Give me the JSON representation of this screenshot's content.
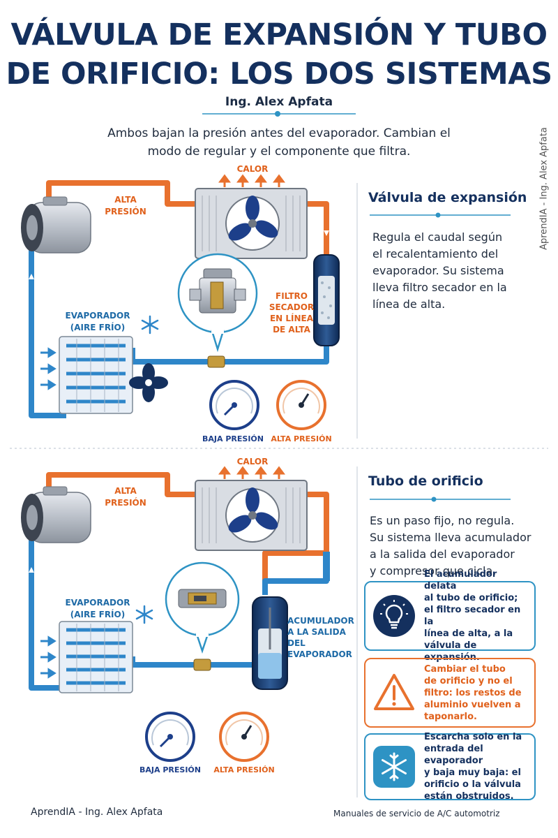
{
  "header": {
    "title_line1": "VÁLVULA DE EXPANSIÓN Y TUBO",
    "title_line2": "DE ORIFICIO: LOS DOS SISTEMAS",
    "author": "Ing. Alex Apfata",
    "intro_line1": "Ambos bajan la presión antes del evaporador. Cambian el",
    "intro_line2": "modo de regular y el componente que filtra."
  },
  "side_credit": "AprendIA - Ing. Alex Apfata",
  "colors": {
    "navy": "#14305e",
    "orange": "#e8712e",
    "blue": "#2e86c9",
    "teal": "#2e93c4"
  },
  "system1": {
    "heat_label": "CALOR",
    "high_pressure_label": [
      "ALTA",
      "PRESIÓN"
    ],
    "filter_label": [
      "FILTRO",
      "SECADOR",
      "EN LÍNEA",
      "DE ALTA"
    ],
    "evaporator_label": [
      "EVAPORADOR",
      "(AIRE FRÍO)"
    ],
    "low_gauge_label": "BAJA PRESIÓN",
    "high_gauge_label": "ALTA PRESIÓN",
    "panel_title": "Válvula de expansión",
    "panel_text": [
      "Regula el caudal según",
      "el recalentamiento del",
      "evaporador. Su sistema",
      "lleva filtro secador en la",
      "línea de alta."
    ]
  },
  "system2": {
    "heat_label": "CALOR",
    "high_pressure_label": [
      "ALTA",
      "PRESIÓN"
    ],
    "accumulator_label": [
      "ACUMULADOR",
      "A LA SALIDA",
      "DEL",
      "EVAPORADOR"
    ],
    "evaporator_label": [
      "EVAPORADOR",
      "(AIRE FRÍO)"
    ],
    "low_gauge_label": "BAJA PRESIÓN",
    "high_gauge_label": "ALTA PRESIÓN",
    "panel_title": "Tubo de orificio",
    "panel_text": [
      "Es un paso fijo, no regula.",
      "Su sistema lleva acumulador",
      "a la salida del evaporador",
      "y compresor que cicla."
    ]
  },
  "cards": [
    {
      "icon": "lightbulb-icon",
      "text": [
        "El acumulador delata",
        "al tubo de orificio;",
        "el filtro secador en la",
        "línea de alta, a la",
        "válvula de expansión."
      ]
    },
    {
      "icon": "warning-icon",
      "text": [
        "Cambiar el tubo",
        "de orificio y no el",
        "filtro: los restos de",
        "aluminio vuelven a",
        "taponarlo."
      ]
    },
    {
      "icon": "snowflake-icon",
      "text": [
        "Escarcha solo en la",
        "entrada del evaporador",
        "y baja muy baja: el",
        "orificio o la válvula",
        "están obstruidos."
      ]
    }
  ],
  "footer": {
    "left": "AprendIA - Ing. Alex Apfata",
    "right": "Manuales de servicio de A/C automotriz"
  }
}
